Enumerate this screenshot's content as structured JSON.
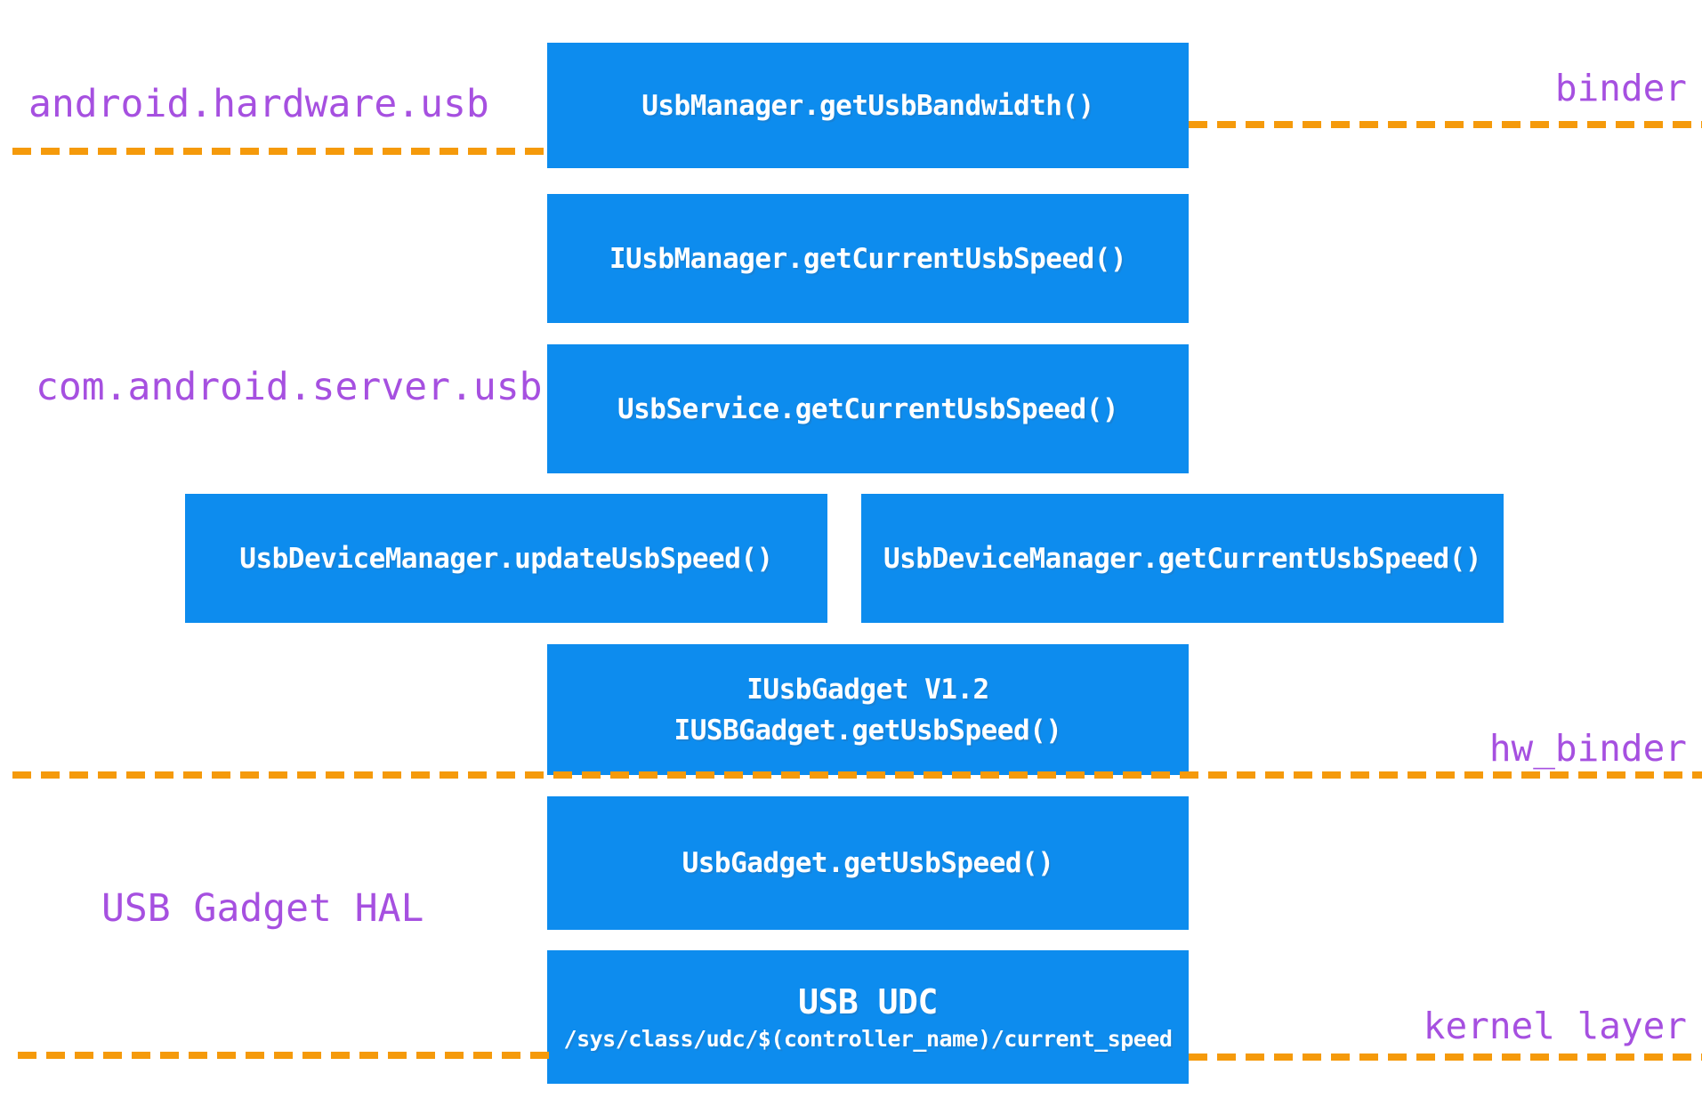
{
  "palette": {
    "box_blue": "#0d8cee",
    "divider_orange": "#f59a0b",
    "label_purple": "#a650e0",
    "box_text": "#ffffff",
    "background": "#ffffff"
  },
  "layers": {
    "app_package": "android.hardware.usb",
    "binder": "binder",
    "server_package": "com.android.server.usb",
    "hw_binder": "hw_binder",
    "gadget_hal": "USB Gadget HAL",
    "kernel": "kernel layer"
  },
  "boxes": {
    "box1": {
      "line1": "UsbManager.getUsbBandwidth()"
    },
    "box2": {
      "line1": "IUsbManager.getCurrentUsbSpeed()"
    },
    "box3": {
      "line1": "UsbService.getCurrentUsbSpeed()"
    },
    "box4": {
      "line1": "UsbDeviceManager.updateUsbSpeed()"
    },
    "box5": {
      "line1": "UsbDeviceManager.getCurrentUsbSpeed()"
    },
    "box6": {
      "line1": "IUsbGadget V1.2",
      "line2": "IUSBGadget.getUsbSpeed()"
    },
    "box7": {
      "line1": "UsbGadget.getUsbSpeed()"
    },
    "box8": {
      "line1": "USB UDC",
      "line2": "/sys/class/udc/$(controller_name)/current_speed"
    }
  }
}
